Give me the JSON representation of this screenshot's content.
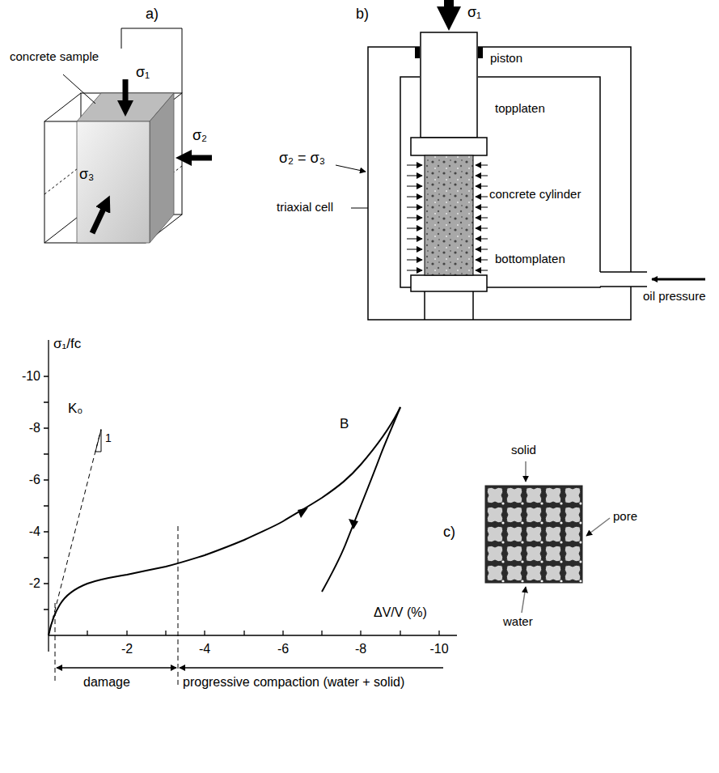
{
  "diagram": {
    "labels": [
      "a)",
      "concrete sample",
      "σ₁",
      "σ₂",
      "σ₃",
      "b)",
      "σ₁",
      "piston",
      "topplaten",
      "σ₂ = σ₃",
      "triaxial cell",
      "concrete cylinder",
      "bottomplaten",
      "oil pressure",
      "σ₁/fc",
      "-10",
      "-8",
      "-6",
      "-4",
      "-2",
      "K₀",
      "1",
      "B",
      "ΔV/V (%)",
      "-2",
      "-4",
      "-6",
      "-8",
      "-10",
      "damage",
      "progressive compaction (water + solid)",
      "c)",
      "solid",
      "pore",
      "water"
    ]
  }
}
